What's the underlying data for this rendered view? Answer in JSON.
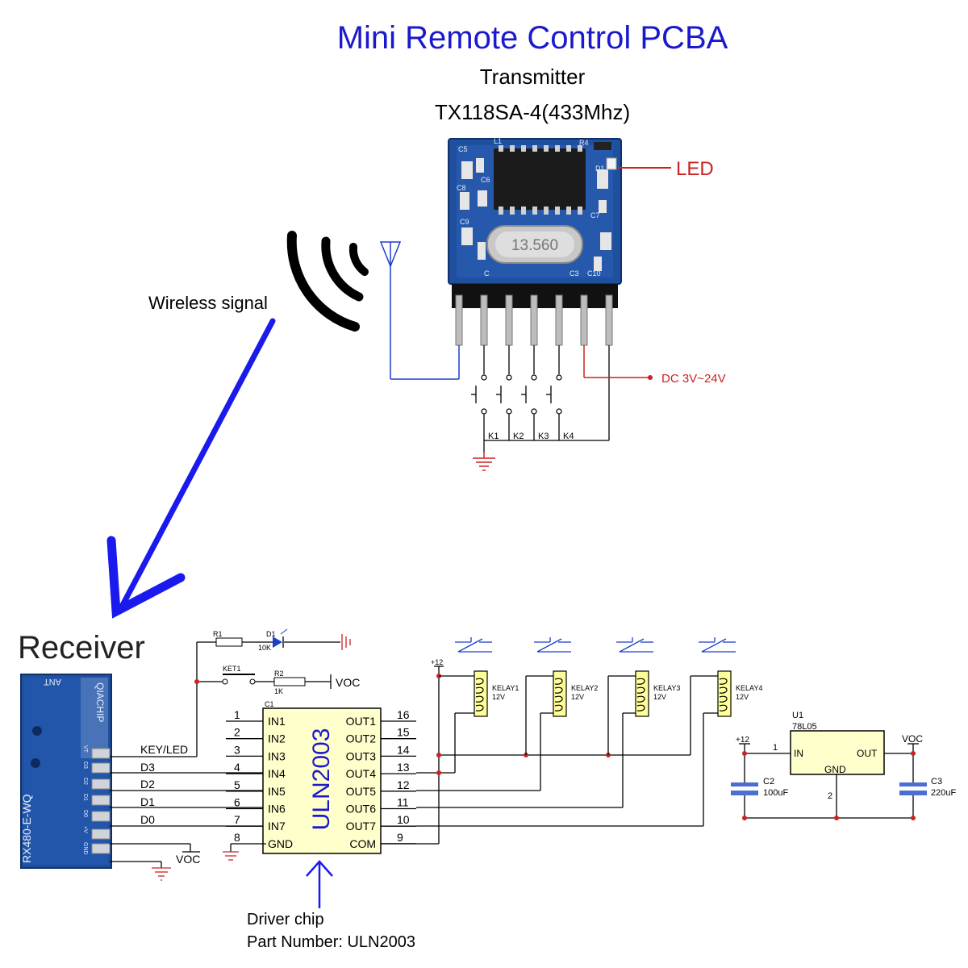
{
  "header": {
    "title": "Mini Remote Control PCBA",
    "subtitle": "Transmitter",
    "model": "TX118SA-4(433Mhz)"
  },
  "transmitter": {
    "crystal_label": "13.560",
    "silkscreen": [
      "C5",
      "L1",
      "R4",
      "C8",
      "C6",
      "D1",
      "C7",
      "C9",
      "C3",
      "C10",
      "C",
      "D1"
    ],
    "led_label": "LED",
    "power_label": "DC 3V~24V",
    "keys": [
      "K1",
      "K2",
      "K3",
      "K4"
    ],
    "wireless_label": "Wireless signal"
  },
  "receiver": {
    "title": "Receiver",
    "module_labels": {
      "ant": "ANT",
      "brand": "QIACHIP",
      "model": "RX480-E-WQ"
    },
    "module_pins": [
      "VT",
      "D3",
      "D2",
      "D1",
      "D0",
      "+V",
      "GND"
    ],
    "pin_lines": [
      "KEY/LED",
      "D3",
      "D2",
      "D1",
      "D0"
    ],
    "voc_label": "VOC",
    "r1": {
      "name": "R1",
      "value": "10K"
    },
    "d1": {
      "name": "D1"
    },
    "ket1": "KET1",
    "r2": {
      "name": "R2",
      "value": "1K"
    },
    "voc_label2": "VOC"
  },
  "driver": {
    "chip_label": "ULN2003",
    "ref": "C1",
    "left_pins": [
      {
        "num": "1",
        "name": "IN1"
      },
      {
        "num": "2",
        "name": "IN2"
      },
      {
        "num": "3",
        "name": "IN3"
      },
      {
        "num": "4",
        "name": "IN4"
      },
      {
        "num": "5",
        "name": "IN5"
      },
      {
        "num": "6",
        "name": "IN6"
      },
      {
        "num": "7",
        "name": "IN7"
      },
      {
        "num": "8",
        "name": "GND"
      }
    ],
    "right_pins": [
      {
        "num": "16",
        "name": "OUT1"
      },
      {
        "num": "15",
        "name": "OUT2"
      },
      {
        "num": "14",
        "name": "OUT3"
      },
      {
        "num": "13",
        "name": "OUT4"
      },
      {
        "num": "12",
        "name": "OUT5"
      },
      {
        "num": "11",
        "name": "OUT6"
      },
      {
        "num": "10",
        "name": "OUT7"
      },
      {
        "num": "9",
        "name": "COM"
      }
    ],
    "caption_line1": "Driver chip",
    "caption_line2": "Part Number: ULN2003"
  },
  "relays": {
    "supply": "+12",
    "items": [
      {
        "name": "KELAY1",
        "volt": "12V"
      },
      {
        "name": "KELAY2",
        "volt": "12V"
      },
      {
        "name": "KELAY3",
        "volt": "12V"
      },
      {
        "name": "KELAY4",
        "volt": "12V"
      }
    ]
  },
  "regulator": {
    "ref": "U1",
    "part": "78L05",
    "in": "IN",
    "out": "OUT",
    "gnd": "GND",
    "pin_in": "1",
    "pin_gnd": "2",
    "supply": "+12",
    "voc": "VOC",
    "c2": {
      "name": "C2",
      "value": "100uF"
    },
    "c3": {
      "name": "C3",
      "value": "220uF"
    }
  },
  "colors": {
    "title": "#1a1acc",
    "accent_red": "#cc2222",
    "arrow_blue": "#1a1aee",
    "pcb_blue": "#1f4f9f",
    "chip_yellow": "#ffffcc",
    "relay_yellow": "#ffff99"
  }
}
